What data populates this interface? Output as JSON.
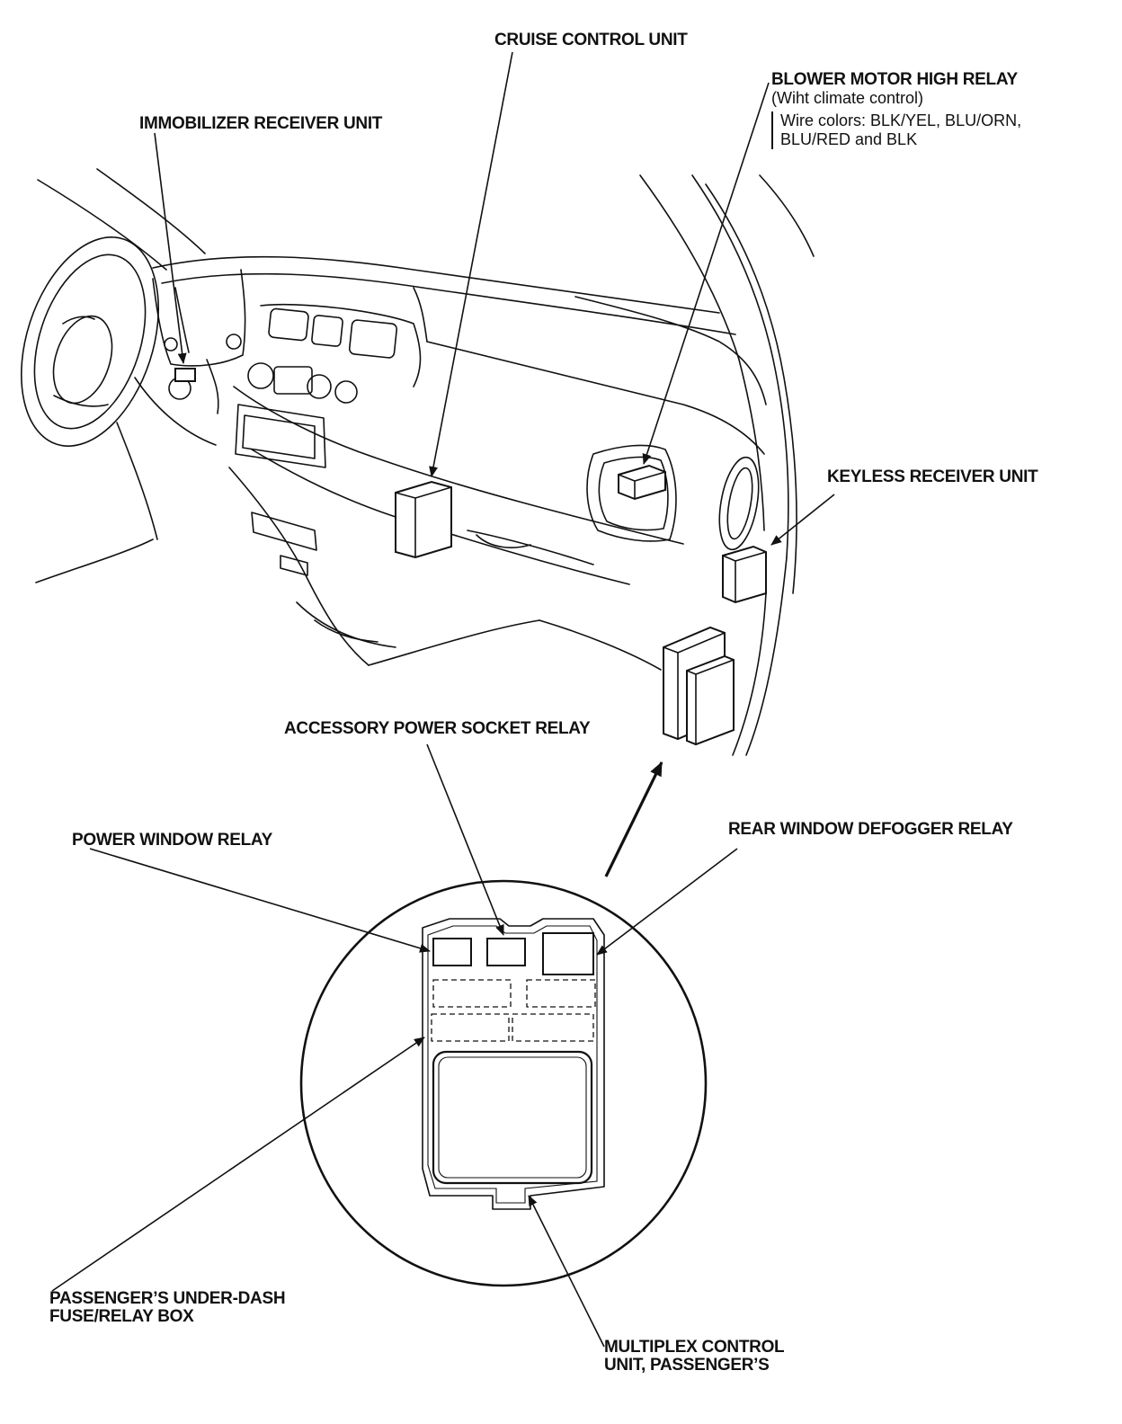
{
  "labels": {
    "cruise_control_unit": "CRUISE CONTROL UNIT",
    "immobilizer_receiver_unit": "IMMOBILIZER RECEIVER UNIT",
    "blower_motor_high_relay": "BLOWER MOTOR HIGH RELAY",
    "blower_motor_note": "(Wiht climate control)",
    "wire_colors": "Wire colors: BLK/YEL, BLU/ORN, BLU/RED and BLK",
    "keyless_receiver_unit": "KEYLESS RECEIVER UNIT",
    "accessory_power_socket_relay": "ACCESSORY POWER SOCKET RELAY",
    "power_window_relay": "POWER WINDOW RELAY",
    "rear_window_defogger_relay": "REAR WINDOW DEFOGGER RELAY",
    "passengers_under_dash_line1": "PASSENGER’S UNDER-DASH",
    "passengers_under_dash_line2": "FUSE/RELAY BOX",
    "multiplex_control_line1": "MULTIPLEX CONTROL",
    "multiplex_control_line2": "UNIT, PASSENGER’S"
  }
}
